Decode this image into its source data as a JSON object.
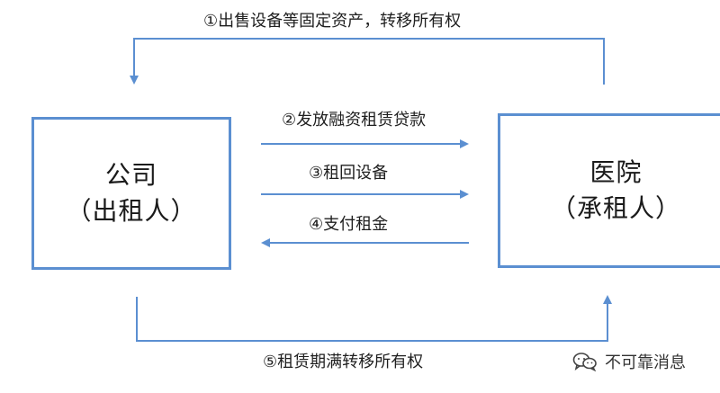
{
  "nodes": {
    "company": {
      "title": "公司",
      "subtitle": "（出租人）"
    },
    "hospital": {
      "title": "医院",
      "subtitle": "（承租人）"
    }
  },
  "flows": [
    {
      "label": "①出售设备等固定资产，转移所有权",
      "direction": "company-to-hospital-top"
    },
    {
      "label": "②发放融资租赁贷款",
      "direction": "company-to-hospital"
    },
    {
      "label": "③租回设备",
      "direction": "company-to-hospital"
    },
    {
      "label": "④支付租金",
      "direction": "hospital-to-company"
    },
    {
      "label": "⑤租赁期满转移所有权",
      "direction": "company-to-hospital-bottom"
    }
  ],
  "watermark": {
    "text": "不可靠消息",
    "icon": "wechat-icon"
  },
  "colors": {
    "box_border": "#5b8fd1",
    "arrow": "#5b8fd1",
    "text": "#1f1f1f"
  }
}
